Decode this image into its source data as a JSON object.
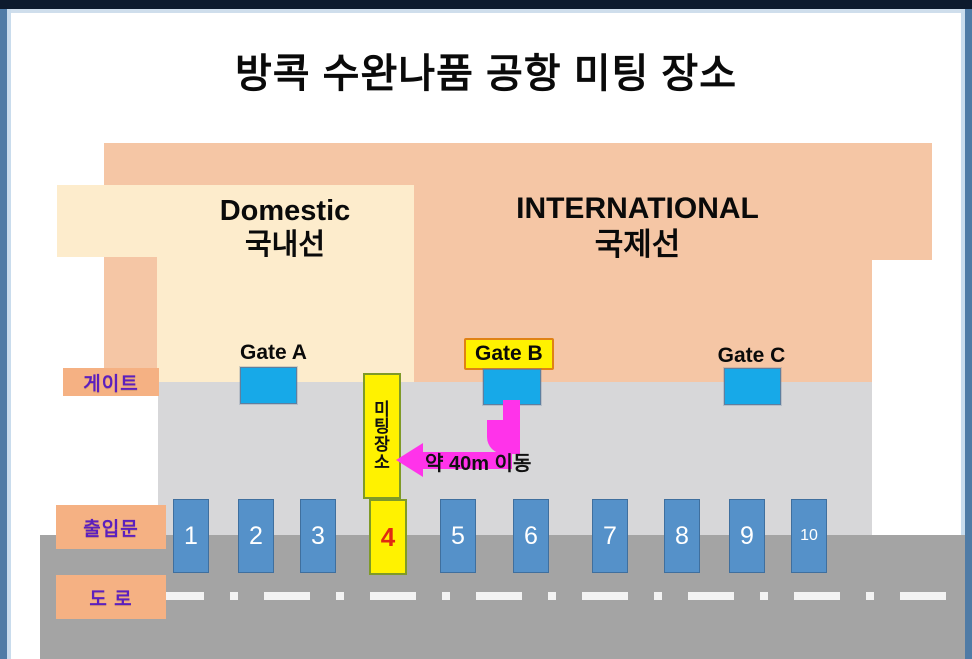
{
  "title": "방콕 수완나품 공항 미팅 장소",
  "terminals": [
    {
      "id": "domestic",
      "en": "Domestic",
      "kr": "국내선"
    },
    {
      "id": "international",
      "en": "INTERNATIONAL",
      "kr": "국제선"
    }
  ],
  "side_labels": {
    "gate": "게이트",
    "door": "출입문",
    "road": "도 로"
  },
  "gates": [
    {
      "name": "Gate A",
      "highlighted": false
    },
    {
      "name": "Gate B",
      "highlighted": true
    },
    {
      "name": "Gate C",
      "highlighted": false
    }
  ],
  "meeting_sign": {
    "chars": [
      "미",
      "팅",
      "장",
      "소"
    ],
    "text": "미팅장소"
  },
  "route": {
    "label": "약 40m 이동",
    "distance": "약 40m",
    "action": "이동",
    "from_gate": "Gate B",
    "to_door": "4"
  },
  "doors": [
    {
      "number": "1",
      "active": false
    },
    {
      "number": "2",
      "active": false
    },
    {
      "number": "3",
      "active": false
    },
    {
      "number": "4",
      "active": true
    },
    {
      "number": "5",
      "active": false
    },
    {
      "number": "6",
      "active": false
    },
    {
      "number": "7",
      "active": false
    },
    {
      "number": "8",
      "active": false
    },
    {
      "number": "9",
      "active": false
    },
    {
      "number": "10",
      "active": false
    }
  ],
  "colors": {
    "international_fill": "#f5c6a5",
    "domestic_fill": "#fdeccc",
    "gate_blue": "#17a9e8",
    "door_blue": "#5591c9",
    "highlight_yellow": "#fff200",
    "arrow_pink": "#ff33ea",
    "label_peach": "#f5b183",
    "label_purple": "#5c1fbe",
    "floor_gray": "#d7d7d9",
    "road_gray": "#a4a4a4",
    "frame_blue": "#4f7ba6",
    "topbar_navy": "#0d1b2e"
  }
}
